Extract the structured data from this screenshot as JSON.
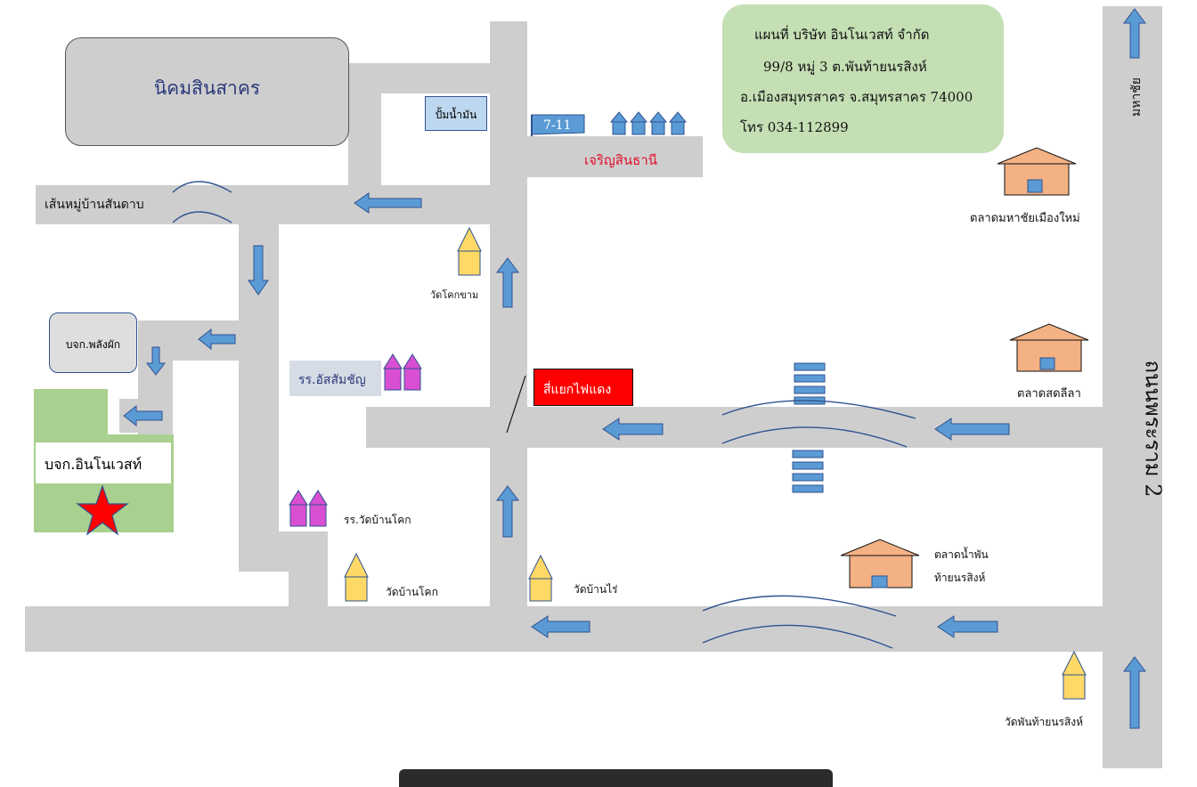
{
  "title_box": {
    "line1": "แผนที่ บริษัท อินโนเวสท์  จำกัด",
    "line2": "99/8 หมู่ 3        ต.พันท้ายนรสิงห์",
    "line3": "อ.เมืองสมุทรสาคร จ.สมุทรสาคร 74000",
    "line4": "โทร 034-112899"
  },
  "places": {
    "estate": "นิคมสินสาคร",
    "gas_station": "ปั้มน้ำมัน",
    "seven_eleven": "7-11",
    "village_charoen": "เจริญสินธานี",
    "village_road": "เส้นหมู่บ้านสันดาบ",
    "wat_khok_kham": "วัดโคกขาม",
    "phalang_phak": "บจก.พลังผัก",
    "school_assumption": "รร.อัสสัมชัญ",
    "traffic_light": "สี่แยกไฟแดง",
    "innovest": "บจก.อินโนเวสท์",
    "school_wat_ban_khok": "รร.วัดบ้านโคก",
    "wat_ban_khok": "วัดบ้านโคก",
    "wat_ban_rai": "วัดบ้านไร่",
    "market_mahachai": "ตลาดมหาชัยเมืองใหม่",
    "market_sodlila": "ตลาดสดลีลา",
    "market_namphan_1": "ตลาดน้ำพัน",
    "market_namphan_2": "ท้ายนรสิงห์",
    "wat_phan": "วัดพันท้ายนรสิงห์",
    "road_rama2": "ถนนพระราม 2",
    "road_mahachai": "มหาชัย"
  },
  "colors": {
    "road": "#cfcecf",
    "arrow": "#5b9bd5",
    "info_bg": "#c4dfb4",
    "traffic_red": "#ff0000",
    "star": "#ff0000",
    "green_area": "#a9d08e",
    "market_house": "#f4b183",
    "school": "#d94fd1",
    "temple": "#ffd966"
  },
  "icons": [
    "estate-building",
    "gas-station",
    "convenience-store-sign",
    "houses-icon",
    "temple-icon",
    "school-icon",
    "market-house-icon",
    "bridge-icon",
    "star-icon",
    "direction-arrow-icon"
  ]
}
